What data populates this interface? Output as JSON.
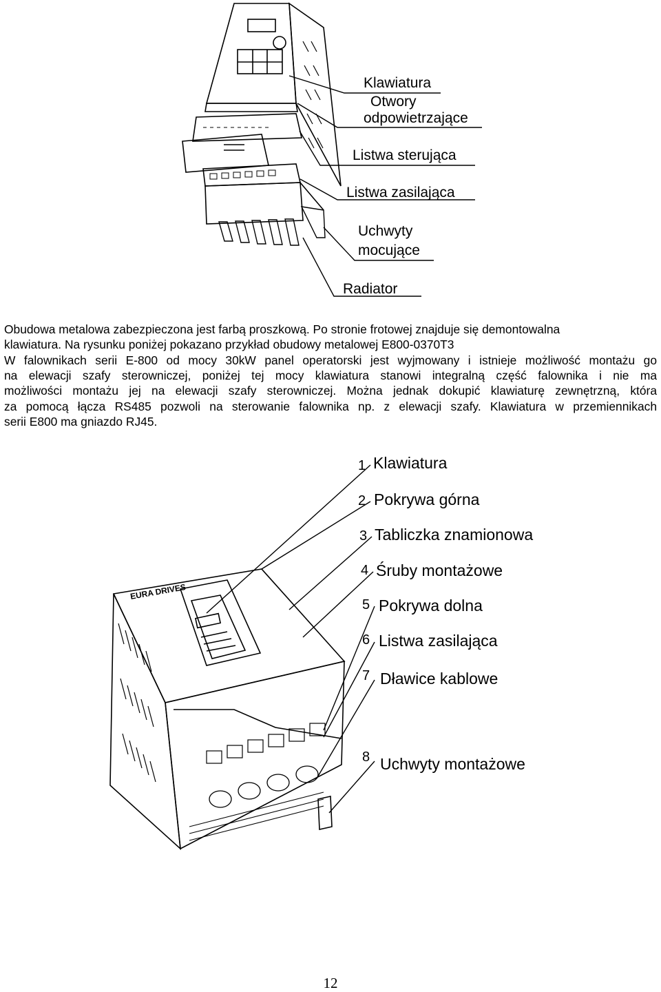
{
  "figure1": {
    "labels": [
      "Klawiatura",
      "Otwory",
      "odpowietrzające",
      "Listwa sterująca",
      "Listwa zasilająca",
      "Uchwyty",
      "mocujące",
      "Radiator"
    ]
  },
  "paragraph1": {
    "line1": "Obudowa metalowa zabezpieczona jest farbą proszkową. Po stronie frotowej znajduje się demontowalna",
    "line2": "klawiatura. Na rysunku poniżej pokazano przykład obudowy metalowej E800-0370T3"
  },
  "paragraph2": {
    "line1": "W falownikach serii E-800 od mocy 30kW panel operatorski jest wyjmowany i istnieje możliwość montażu go",
    "line2": "na elewacji szafy sterowniczej, poniżej tej mocy klawiatura stanowi integralną część falownika i nie ma",
    "line3": "możliwości montażu jej na elewacji szafy sterowniczej. Można jednak dokupić klawiaturę zewnętrzną, która",
    "line4": "za pomocą łącza RS485 pozwoli na sterowanie falownika np. z elewacji szafy. Klawiatura w przemiennikach",
    "line5": "serii E800 ma gniazdo RJ45."
  },
  "figure2": {
    "items": [
      {
        "num": "1",
        "label": "Klawiatura"
      },
      {
        "num": "2",
        "label": "Pokrywa górna"
      },
      {
        "num": "3",
        "label": "Tabliczka znamionowa"
      },
      {
        "num": "4",
        "label": "Śruby montażowe"
      },
      {
        "num": "5",
        "label": "Pokrywa dolna"
      },
      {
        "num": "6",
        "label": "Listwa zasilająca"
      },
      {
        "num": "7",
        "label": "Dławice kablowe"
      },
      {
        "num": "8",
        "label": "Uchwyty montażowe"
      }
    ],
    "logo": "EURA DRIVES"
  },
  "page_number": "12"
}
